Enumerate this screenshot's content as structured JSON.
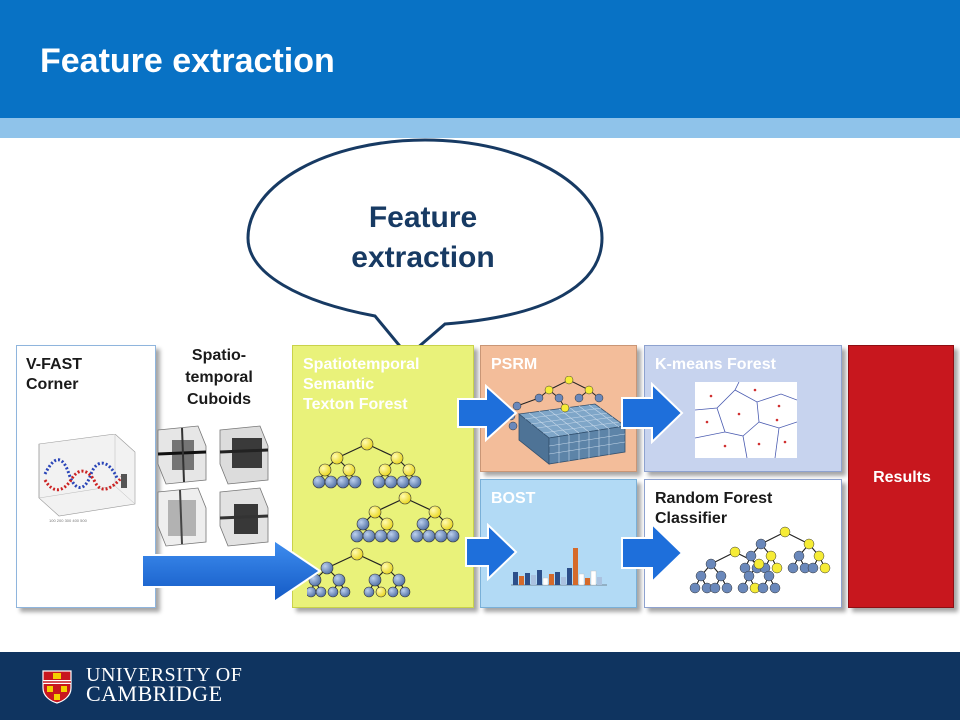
{
  "header": {
    "title": "Feature extraction"
  },
  "callout": {
    "line1": "Feature",
    "line2": "extraction"
  },
  "stages": {
    "vfast": {
      "line1": "V-FAST",
      "line2": "Corner"
    },
    "cuboids": {
      "line1": "Spatio-",
      "line2": "temporal",
      "line3": "Cuboids"
    },
    "stsf": {
      "line1": "Spatiotemporal",
      "line2": "Semantic",
      "line3": "Texton Forest"
    },
    "psrm": {
      "label": "PSRM"
    },
    "bost": {
      "label": "BOST"
    },
    "kmeans": {
      "label": "K-means Forest"
    },
    "rf": {
      "line1": "Random Forest",
      "line2": "Classifier"
    },
    "results": {
      "label": "Results"
    }
  },
  "footer": {
    "line1": "UNIVERSITY OF",
    "line2": "CAMBRIDGE"
  },
  "colors": {
    "header_blue": "#0872c5",
    "stsf_fill": "#e9f27a",
    "psrm_fill": "#f3bd9a",
    "bost_fill": "#b2daf5",
    "kmeans_fill": "#c7d3ee",
    "results_fill": "#c8171e",
    "arrow_blue": "#1b6fd9",
    "node_yellow": "#f6ec36",
    "node_blue": "#6a88bb"
  }
}
